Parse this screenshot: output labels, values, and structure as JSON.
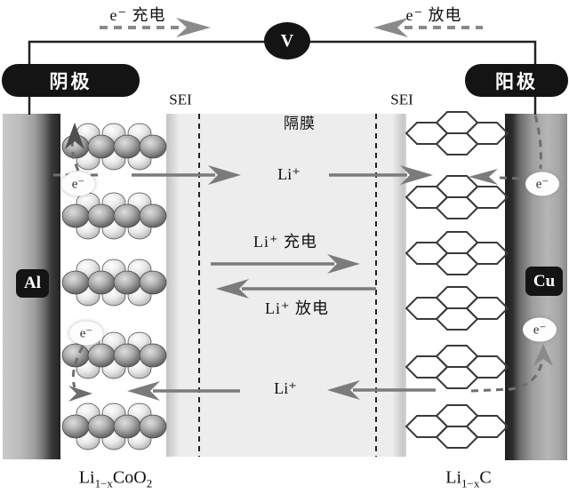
{
  "circuit": {
    "voltmeter_label": "V",
    "charge_label": "e⁻ 充电",
    "discharge_label": "e⁻ 放电"
  },
  "electrodes": {
    "cathode_terminal": "阴极",
    "anode_terminal": "阳极",
    "cathode_collector": "Al",
    "anode_collector": "Cu",
    "cathode_formula": {
      "base": "Li",
      "sub1": "1−x",
      "mid": "CoO",
      "sub2": "2"
    },
    "anode_formula": {
      "base": "Li",
      "sub1": "1−x",
      "mid": "C"
    }
  },
  "separator": {
    "label": "隔膜",
    "sei_left": "SEI",
    "sei_right": "SEI"
  },
  "ions": {
    "li_top": "Li⁺",
    "li_charge": "Li⁺ 充电",
    "li_discharge": "Li⁺ 放电",
    "li_bottom": "Li⁺",
    "electron": "e⁻"
  },
  "colors": {
    "arrow_gray": "#828282",
    "electron_path_gray": "#6e6e6e",
    "line_black": "#1c1c1c",
    "separator_fill": "#ededed"
  }
}
